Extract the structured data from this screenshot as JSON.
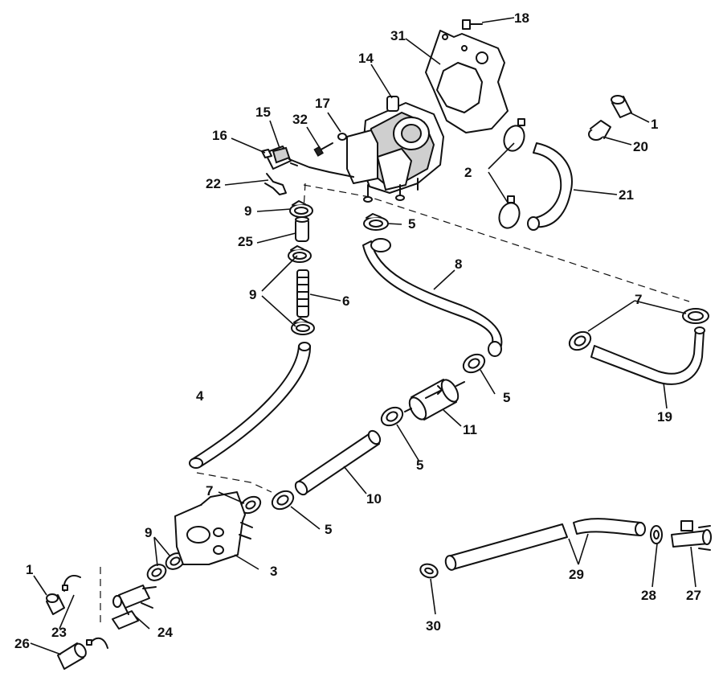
{
  "diagram": {
    "callouts": [
      "1",
      "2",
      "3",
      "4",
      "5",
      "6",
      "7",
      "8",
      "9",
      "10",
      "11",
      "14",
      "15",
      "16",
      "17",
      "18",
      "19",
      "20",
      "21",
      "22",
      "23",
      "24",
      "25",
      "26",
      "27",
      "28",
      "29",
      "30",
      "31",
      "32"
    ]
  }
}
